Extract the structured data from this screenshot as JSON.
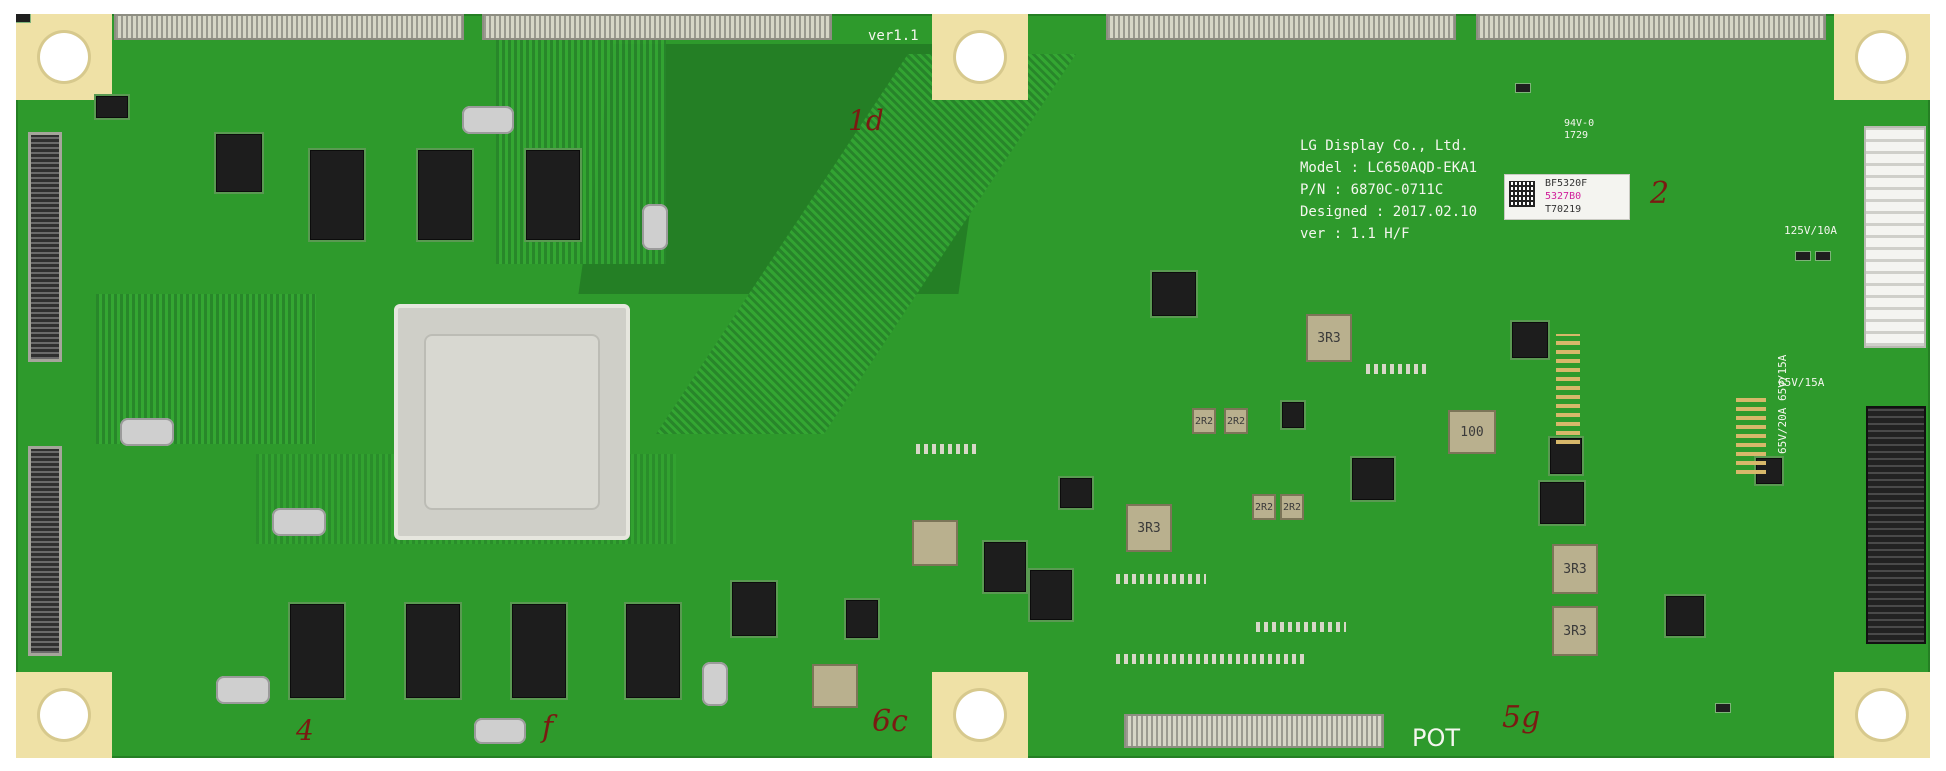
{
  "board": {
    "revision_label": "ver1.1",
    "maker_line": "LG Display Co., Ltd.",
    "model_line": "Model : LC650AQD-EKA1",
    "pn_line": "P/N :  6870C-0711C",
    "designed_line": "Designed : 2017.02.10",
    "ver_line": "ver : 1.1 H/F",
    "pot_label": "POT",
    "fuse_1": "125V/10A",
    "fuse_2": "65V/15A",
    "fuse_3": "65V/20A 65V/15A",
    "cert_mark": "94V-0",
    "cert_code": "1729",
    "sticker": {
      "line1": "BF5320F",
      "line2": "5327B0",
      "line3": "T70219",
      "highlight": "#d01f9a"
    },
    "inductors": [
      "3R3",
      "2R2",
      "2R2",
      "2R2",
      "2R2",
      "100",
      "3R3",
      "3R3",
      "3R3"
    ],
    "handwriting": [
      "4",
      "f",
      "6c",
      "5g",
      "2",
      "1d"
    ]
  },
  "colors": {
    "pcb": "#2e9a2c",
    "mount_pad": "#efe1a6"
  }
}
